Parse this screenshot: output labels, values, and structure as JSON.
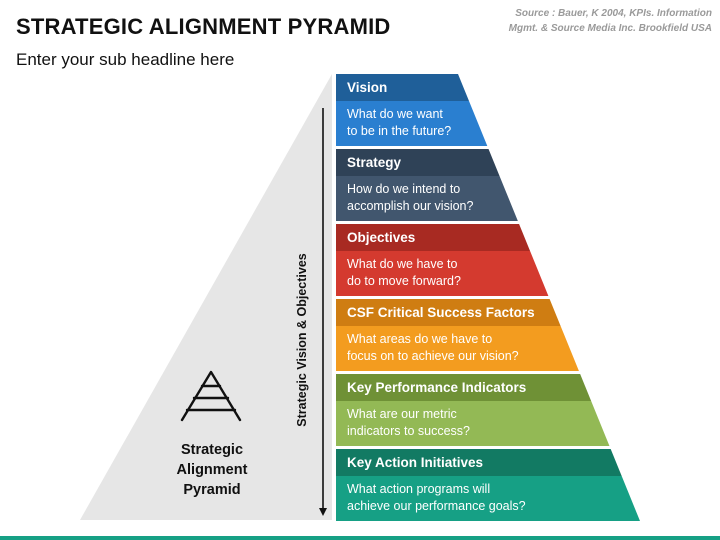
{
  "header": {
    "title": "STRATEGIC ALIGNMENT PYRAMID",
    "subtitle": "Enter your sub headline here",
    "source_line1": "Source : Bauer, K 2004, KPIs. Information",
    "source_line2": "Mgmt. & Source Media Inc. Brookfield USA"
  },
  "diagram": {
    "axis_label": "Strategic Vision & Objectives",
    "left_label": [
      "Strategic",
      "Alignment",
      "Pyramid"
    ],
    "left_panel_color": "#e6e6e6",
    "icon": "pyramid-icon",
    "layers": [
      {
        "title": "Vision",
        "desc": [
          "What do we want",
          "to be in the future?"
        ],
        "head_color": "#1f5f99",
        "body_color": "#2a7fd0"
      },
      {
        "title": "Strategy",
        "desc": [
          "How do we intend to",
          "accomplish our vision?"
        ],
        "head_color": "#2f4257",
        "body_color": "#41566e"
      },
      {
        "title": "Objectives",
        "desc": [
          "What do we have to",
          "do to move forward?"
        ],
        "head_color": "#a82a22",
        "body_color": "#d43a2f"
      },
      {
        "title": "CSF Critical Success Factors",
        "desc": [
          "What areas do we have to",
          "focus on to achieve our vision?"
        ],
        "head_color": "#cf7d12",
        "body_color": "#f39c1f"
      },
      {
        "title": "Key Performance Indicators",
        "desc": [
          "What are our metric",
          "indicators to success?"
        ],
        "head_color": "#6f9136",
        "body_color": "#93b955"
      },
      {
        "title": "Key Action Initiatives",
        "desc": [
          "What action programs will",
          "achieve our performance goals?"
        ],
        "head_color": "#127a63",
        "body_color": "#16a085"
      }
    ]
  }
}
